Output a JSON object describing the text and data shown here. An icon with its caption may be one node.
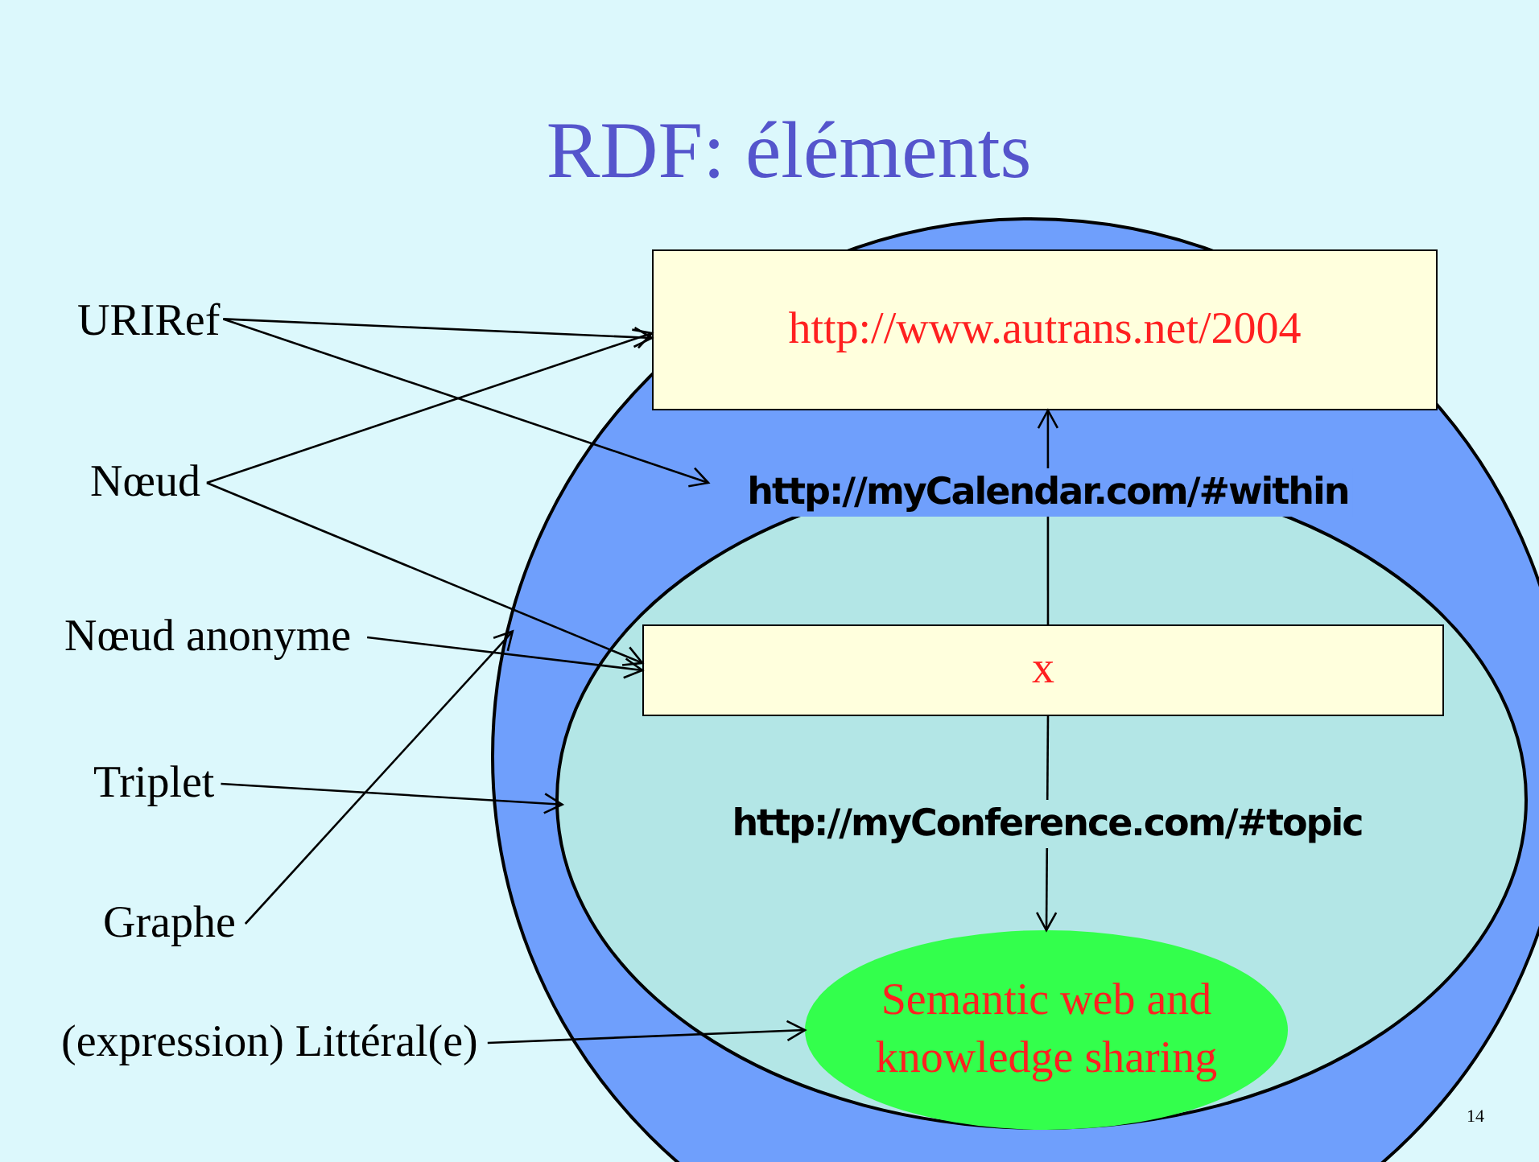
{
  "diagram": {
    "title": "RDF: éléments",
    "nodes": [
      {
        "text": [],
        "shape": "circle"
      },
      {
        "text": [],
        "shape": "ellipse",
        "in": 0
      },
      {
        "text": [
          "http://www.autrans.net/2004"
        ],
        "in": 0
      },
      {
        "text": [
          "x"
        ],
        "in": 1
      },
      {
        "text": [
          "Semantic web and knowledge sharing"
        ],
        "in": 1
      },
      {
        "text": [
          "URIRef"
        ]
      },
      {
        "text": [
          "Nœud"
        ]
      },
      {
        "text": [
          "Nœud anonyme"
        ]
      },
      {
        "text": [
          "Triplet"
        ]
      },
      {
        "text": [
          "Graphe"
        ]
      },
      {
        "text": [
          "(expression) Littéral(e)"
        ]
      }
    ],
    "edges": [
      {
        "from": 3,
        "to": 2,
        "arrow": "to",
        "label": "http://myCalendar.com/#within"
      },
      {
        "from": 3,
        "to": 4,
        "arrow": "to",
        "label": "http://myConference.com/#topic"
      },
      {
        "from": 5,
        "to": 2,
        "arrow": "to"
      },
      {
        "from": 5,
        "to": null,
        "arrow": "to"
      },
      {
        "from": 6,
        "to": 2,
        "arrow": "to"
      },
      {
        "from": 6,
        "to": 3,
        "arrow": "to"
      },
      {
        "from": 7,
        "to": 3,
        "arrow": "to"
      },
      {
        "from": 8,
        "to": 1,
        "arrow": "to"
      },
      {
        "from": 9,
        "to": 0,
        "arrow": "to"
      },
      {
        "from": 10,
        "to": 4,
        "arrow": "to"
      }
    ],
    "labels": [
      "14"
    ]
  }
}
